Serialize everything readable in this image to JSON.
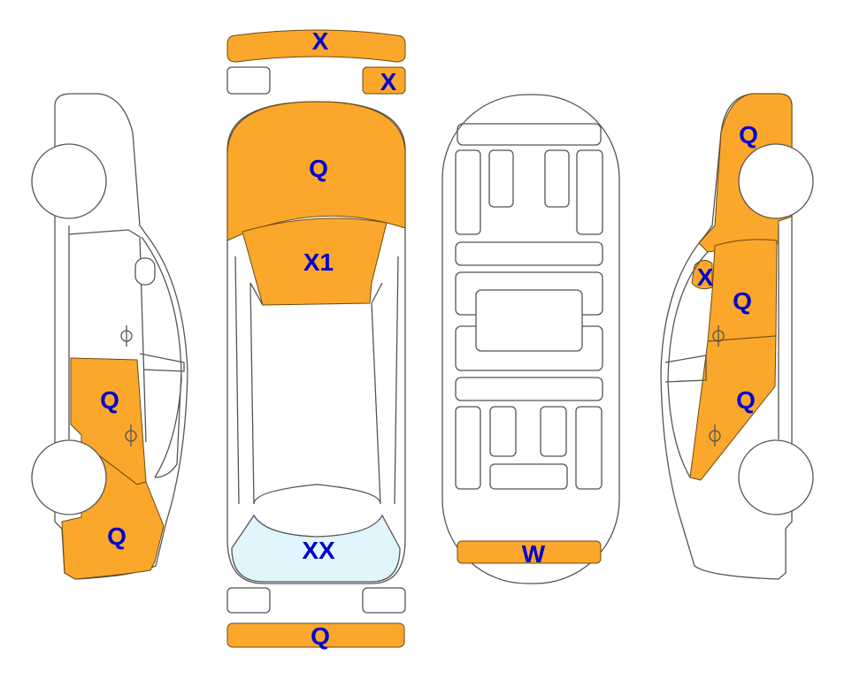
{
  "colors": {
    "damage": "#FBA72B",
    "glass_marked": "#E0F6FC",
    "label": "#0000CC",
    "outline": "#555555"
  },
  "marks": {
    "front_bumper": "X",
    "front_right_small": "X",
    "hood": "Q",
    "windshield": "X1",
    "rear_window": "XX",
    "rear_bumper": "Q",
    "underbody_rear": "W",
    "left_rear_door": "Q",
    "left_rear_quarter": "Q",
    "right_front_fender": "Q",
    "right_mirror": "X",
    "right_front_door": "Q",
    "right_rear_door": "Q"
  }
}
